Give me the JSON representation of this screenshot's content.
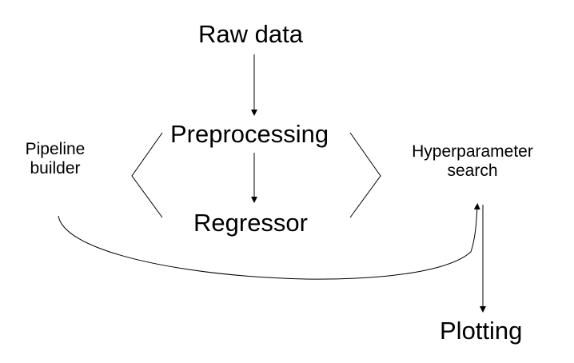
{
  "nodes": {
    "raw_data": "Raw data",
    "preprocessing": "Preprocessing",
    "regressor": "Regressor",
    "pipeline_builder": {
      "line1": "Pipeline",
      "line2": "builder"
    },
    "hyperparameter_search": {
      "line1": "Hyperparameter",
      "line2": "search"
    },
    "plotting": "Plotting"
  },
  "colors": {
    "foreground": "#000000",
    "background": "#ffffff"
  }
}
